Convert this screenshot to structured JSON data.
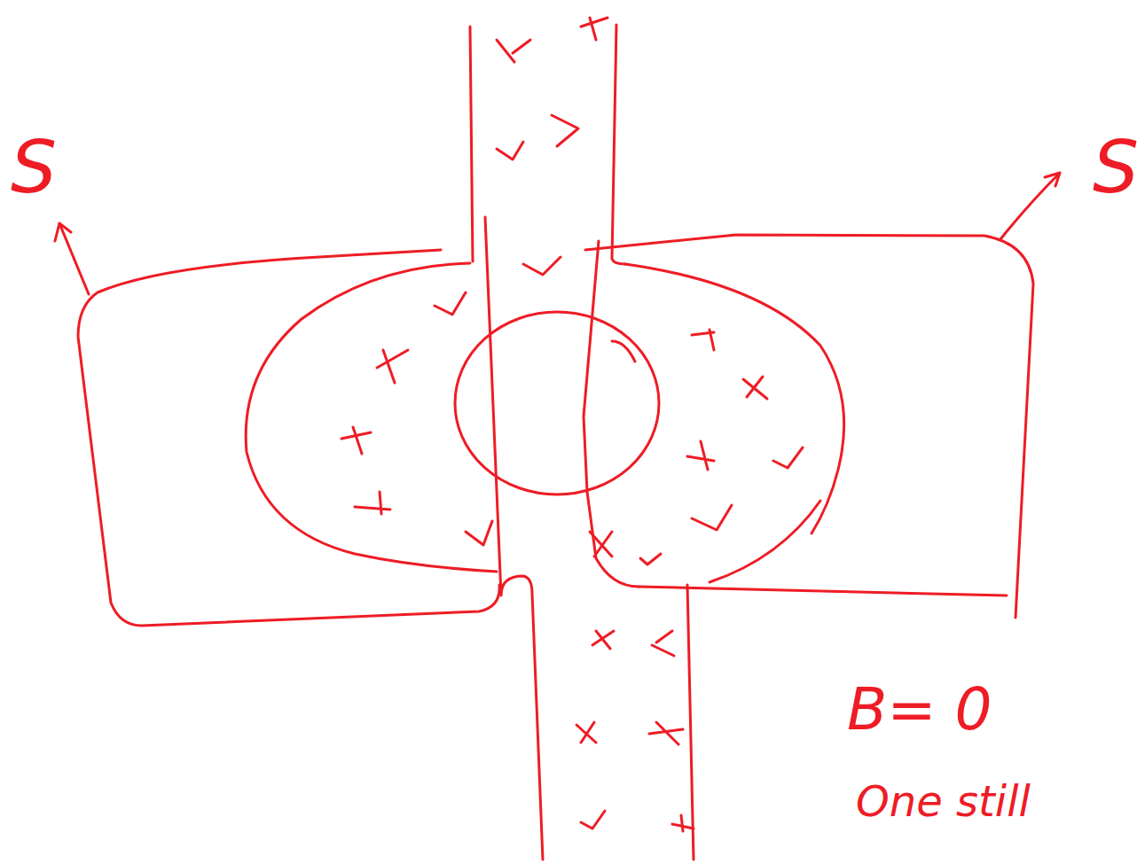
{
  "diagram": {
    "labels": [
      "S",
      "S",
      "B= 0",
      "One still"
    ]
  }
}
